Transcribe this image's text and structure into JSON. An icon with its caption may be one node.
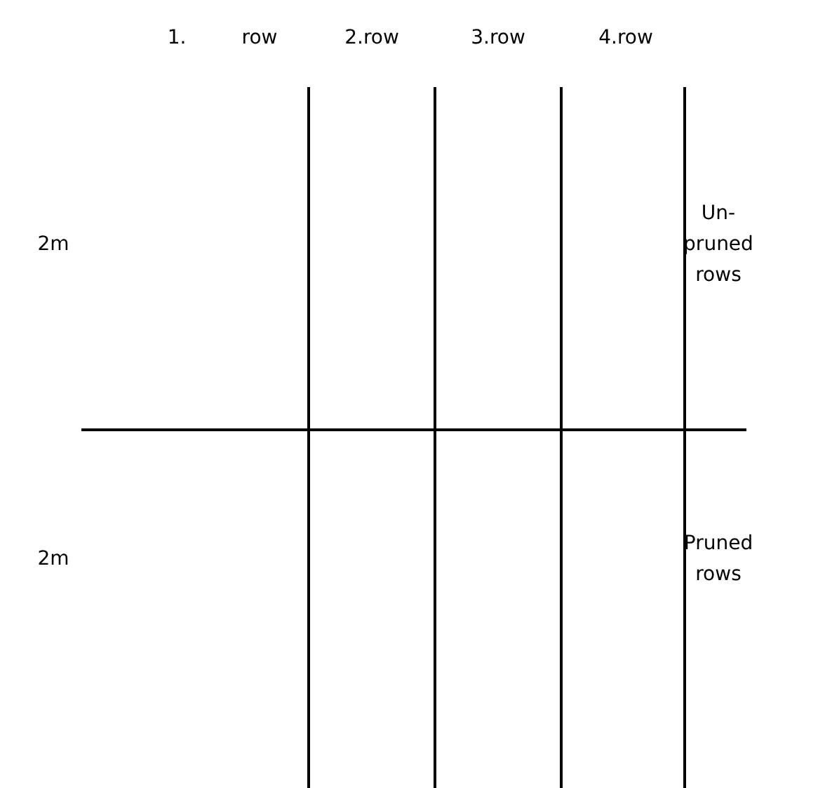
{
  "diagram": {
    "labels": [
      "1.",
      "row",
      "2.row",
      "3.row",
      "4.row",
      "2m",
      "Un- pruned rows",
      "2m",
      "Pruned rows"
    ]
  }
}
